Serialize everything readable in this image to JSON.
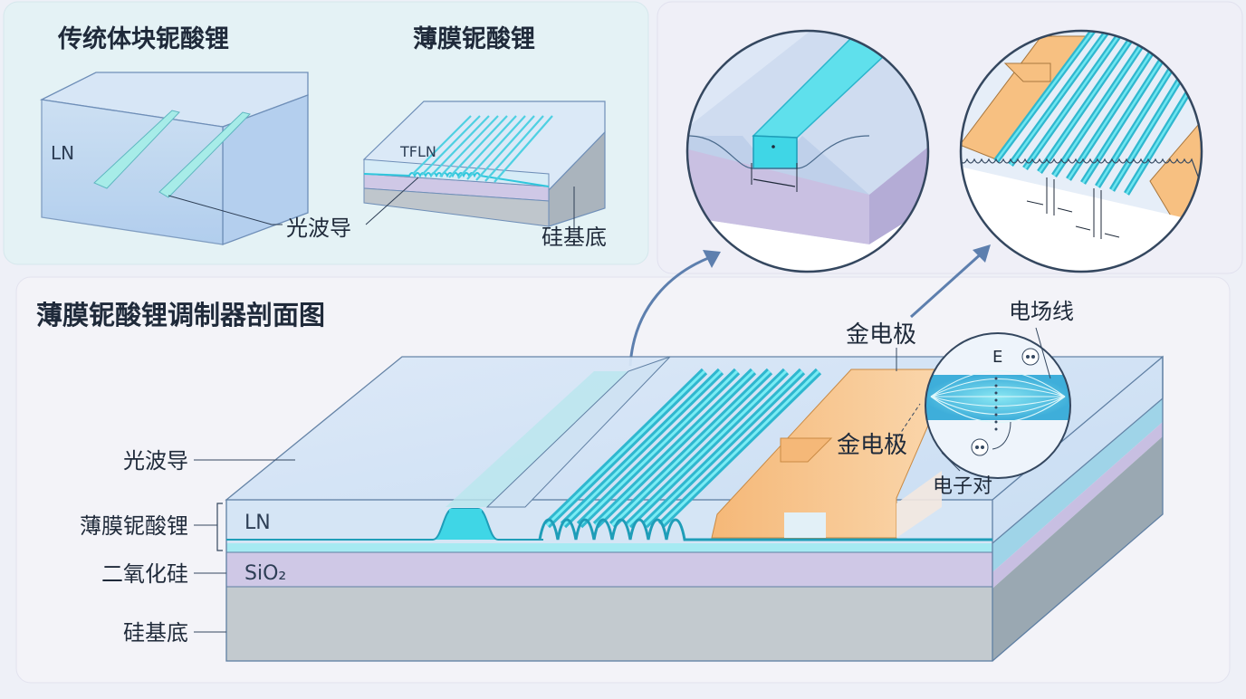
{
  "top_left_panel": {
    "title_bulk": "传统体块铌酸锂",
    "title_thin": "薄膜铌酸锂",
    "label_ln": "LN",
    "label_tfln": "TFLN",
    "label_waveguide": "光波导",
    "label_substrate": "硅基底"
  },
  "main_panel": {
    "title": "薄膜铌酸锂调制器剖面图",
    "left_labels": {
      "waveguide": "光波导",
      "thin_film": "薄膜铌酸锂",
      "sio2": "二氧化硅",
      "substrate": "硅基底"
    },
    "layer_labels": {
      "ln": "LN",
      "sio2": "SiO₂"
    },
    "electrode_top": "金电极",
    "electrode_mid": "金电极",
    "field_lines": "电场线",
    "e_symbol": "E",
    "electron_pair": "电子对"
  },
  "colors": {
    "background": "#eef0f7",
    "top_panel": "#e6f3f6",
    "main_panel": "#f2f2f8",
    "cyan": "#3fd6e6",
    "gold": "#f7c081",
    "sio2": "#cfc8e6",
    "silicon": "#bfc6cc"
  }
}
